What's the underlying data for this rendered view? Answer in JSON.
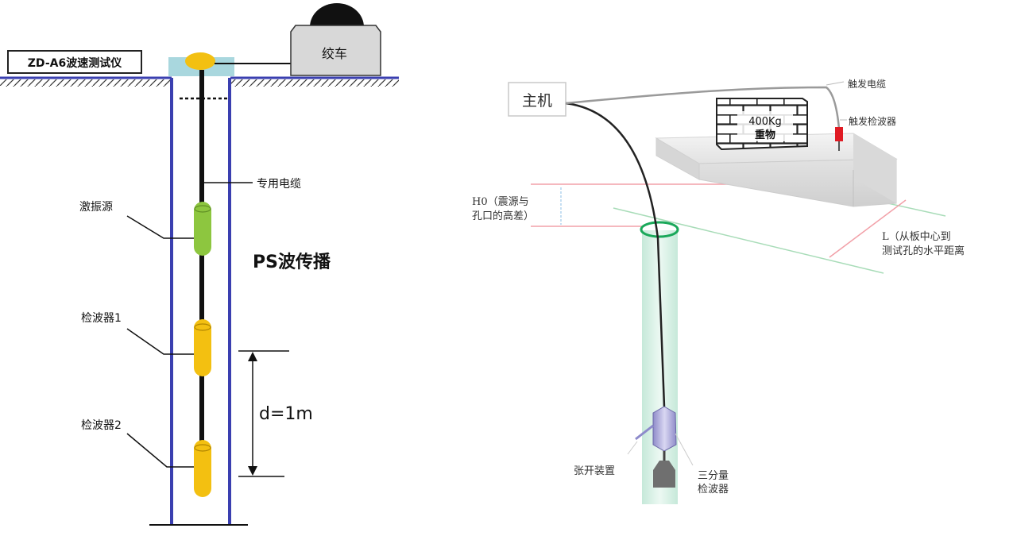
{
  "left": {
    "title": "ZD-A6波速测试仪",
    "winch": "绞车",
    "cable": "专用电缆",
    "source": "激振源",
    "receiver1": "检波器1",
    "receiver2": "检波器2",
    "wave": "PS波传播",
    "distance": "d=1m"
  },
  "right": {
    "host": "主机",
    "trigger_cable": "触发电缆",
    "trigger_geophone": "触发检波器",
    "weight": "400Kg",
    "weight_sub": "重物",
    "h0_line1": "H0（震源与",
    "h0_line2": "孔口的高差）",
    "l_line1": "L（从板中心到",
    "l_line2": "测试孔的水平距离",
    "expander": "张开装置",
    "geophone_line1": "三分量",
    "geophone_line2": "检波器"
  },
  "colors": {
    "borehole_blue": "#3a3fb0",
    "source_green": "#8dc63f",
    "receiver_yellow": "#f3c011",
    "pipe_green": "#d3eee3",
    "guide_pink": "#f2a0a8",
    "guide_green": "#a8dcb8"
  }
}
